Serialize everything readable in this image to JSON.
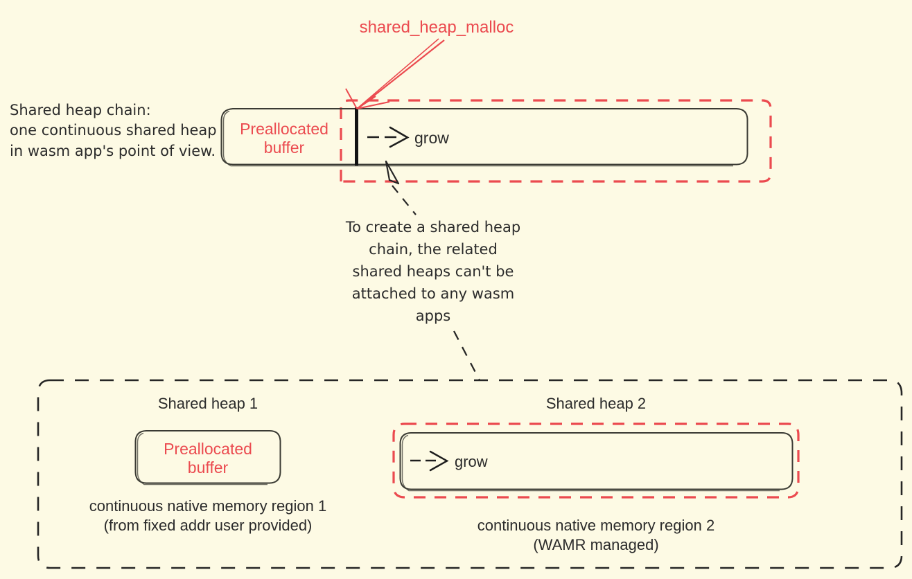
{
  "page": {
    "background_color": "#fdfae4",
    "ink_color": "#2b2b2b",
    "accent_red": "#eb4a4f",
    "title": "WAMR shared heap chain diagram"
  },
  "annotations": {
    "malloc_label": "shared_heap_malloc",
    "left_note_line1": "Shared heap chain:",
    "left_note_line2": "one continuous shared heap",
    "left_note_line3": "in wasm app's point of view.",
    "callout_line1": "To create a shared heap",
    "callout_line2": "chain, the related",
    "callout_line3": "shared heaps can't be",
    "callout_line4": "attached to any wasm",
    "callout_line5": "apps"
  },
  "top_chain": {
    "preallocated_line1": "Preallocated",
    "preallocated_line2": "buffer",
    "grow_label": "grow",
    "grow_arrow_glyph": "dashed-arrow-right"
  },
  "bottom": {
    "heap1": {
      "title": "Shared heap 1",
      "box_line1": "Preallocated",
      "box_line2": "buffer",
      "caption_line1": "continuous native memory region 1",
      "caption_line2": "(from fixed addr user provided)"
    },
    "heap2": {
      "title": "Shared heap 2",
      "grow_label": "grow",
      "grow_arrow_glyph": "dashed-arrow-right",
      "caption_line1": "continuous native memory region 2",
      "caption_line2": "(WAMR managed)"
    }
  }
}
